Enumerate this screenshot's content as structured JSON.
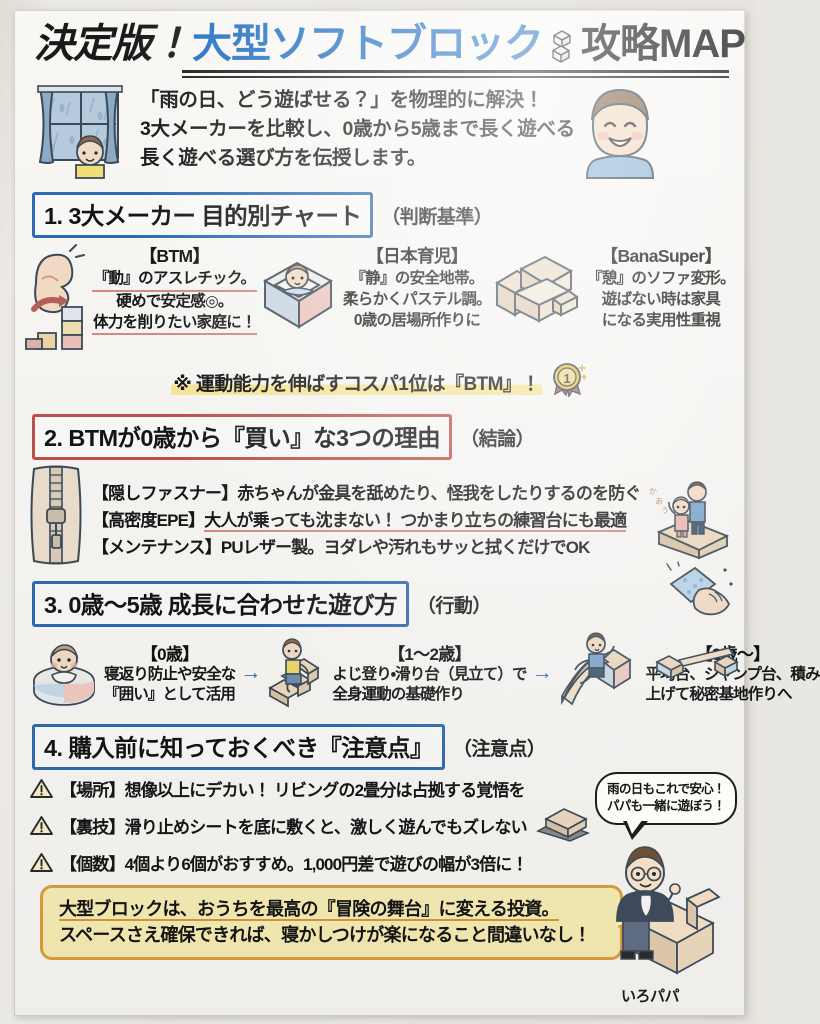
{
  "title": {
    "part1": "決定版！",
    "part2": "大型ソフトブロック",
    "cube_icon": "cube-icon",
    "part3": "攻略MAP"
  },
  "intro": {
    "window_icon": "rainy-window-illustration",
    "lines": [
      "「雨の日、どう遊ばせる？」を物理的に解決！",
      "3大メーカーを比較し、0歳から5歳まで長く遊べる",
      "長く遊べる選び方を伝授します。"
    ],
    "face_icon": "smiling-boy-illustration"
  },
  "sections": [
    {
      "id": "section-1",
      "heading": "1. 3大メーカー 目的別チャート",
      "sub": "（判断基準）",
      "accent": "#2f6cb5",
      "makers": [
        {
          "icon": "muscle-arm-illustration",
          "icon2": "stacked-blocks-illustration",
          "title": "【BTM】",
          "lines": [
            "『動』のアスレチック。",
            "硬めで安定感◎。",
            "体力を削りたい家庭に！"
          ],
          "underlined": [
            0,
            2
          ]
        },
        {
          "icon": "baby-in-playpen-illustration",
          "title": "【日本育児】",
          "lines": [
            "『静』の安全地帯。",
            "柔らかくパステル調。",
            "0歳の居場所作りに"
          ],
          "underlined": []
        },
        {
          "icon": "sofa-blocks-illustration",
          "title": "【BanaSuper】",
          "lines": [
            "『憩』のソファ変形。",
            "遊ばない時は家具",
            "になる実用性重視"
          ],
          "underlined": []
        }
      ],
      "note": "※ 運動能力を伸ばすコスパ1位は『BTM』！",
      "note_badge": "gold-medal-rank-1-icon"
    },
    {
      "id": "section-2",
      "heading": "2. BTMが0歳から『買い』な3つの理由",
      "sub": "（結論）",
      "accent": "#c0534f",
      "side_icon": "zipper-illustration",
      "right_icons": [
        "dad-and-baby-on-block-illustration",
        "wiping-cloth-illustration"
      ],
      "rows": [
        {
          "tag": "【隠しファスナー】",
          "text": "赤ちゃんが金具を舐めたり、怪我をしたりするのを防ぐ"
        },
        {
          "tag": "【高密度EPE】",
          "text": "大人が乗っても沈まない！ つかまり立ちの練習台にも最適"
        },
        {
          "tag": "【メンテナンス】",
          "text": "PUレザー製。ヨダレや汚れもサッと拭くだけでOK"
        }
      ]
    },
    {
      "id": "section-3",
      "heading": "3. 0歳〜5歳 成長に合わせた遊び方",
      "sub": "（行動）",
      "accent": "#2f6cb5",
      "arrow": "→",
      "stages": [
        {
          "icon": "baby-in-round-playpen-illustration",
          "title": "【0歳】",
          "lines": [
            "寝返り防止や安全な",
            "『囲い』として活用"
          ]
        },
        {
          "icon": "toddler-on-steps-illustration",
          "title": "【1〜2歳】",
          "lines": [
            "よじ登り・滑り台（見立て）で",
            "全身運動の基礎作り"
          ]
        },
        {
          "icon": "child-on-slide-illustration",
          "title": "【3歳〜】",
          "lines": [
            "平均台、ジャンプ台、積み",
            "上げて秘密基地作りへ"
          ],
          "extra_icon": "balance-beam-illustration"
        }
      ]
    },
    {
      "id": "section-4",
      "heading": "4. 購入前に知っておくべき『注意点』",
      "sub": "（注意点）",
      "accent": "#2f6cb5",
      "rows": [
        {
          "icon": "warning-triangle-icon",
          "tag": "【場所】",
          "text": "想像以上にデカい！ リビングの2畳分は占拠する覚悟を"
        },
        {
          "icon": "warning-triangle-icon",
          "tag": "【裏技】",
          "text": "滑り止めシートを底に敷くと、激しく遊んでもズレない",
          "trailing_icon": "anti-slip-sheet-illustration"
        },
        {
          "icon": "warning-triangle-icon",
          "tag": "【個数】",
          "text": "4個より6個がおすすめ。1,000円差で遊びの幅が3倍に！"
        }
      ]
    }
  ],
  "conclusion": {
    "lines": [
      "大型ブロックは、おうちを最高の『冒険の舞台』に変える投資。",
      "スペースさえ確保できれば、寝かしつけが楽になること間違いなし！"
    ],
    "bg": "#fbf0b6",
    "border": "#e0a03f"
  },
  "bubble": {
    "lines": [
      "雨の日もこれで安心！",
      "パパも一緒に遊ぼう！"
    ]
  },
  "author": {
    "name": "いろパパ",
    "avatar": "dad-on-sofa-illustration"
  }
}
